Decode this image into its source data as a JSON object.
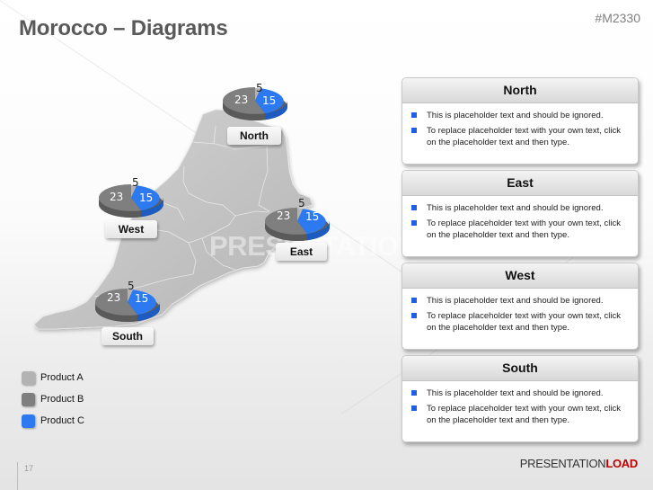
{
  "header": {
    "title": "Morocco – Diagrams",
    "code": "#M2330"
  },
  "watermark": "PRESENTATIONLOAD",
  "colors": {
    "product_a": "#b3b3b3",
    "product_b": "#7f7f7f",
    "product_c": "#2d7af0",
    "bullet": "#1f5fe0",
    "brand_accent": "#c00000"
  },
  "regions": {
    "north": {
      "label": "North",
      "a": "5",
      "b": "23",
      "c": "15"
    },
    "west": {
      "label": "West",
      "a": "5",
      "b": "23",
      "c": "15"
    },
    "east": {
      "label": "East",
      "a": "5",
      "b": "23",
      "c": "15"
    },
    "south": {
      "label": "South",
      "a": "5",
      "b": "23",
      "c": "15"
    }
  },
  "legend": [
    {
      "label": "Product A"
    },
    {
      "label": "Product B"
    },
    {
      "label": "Product C"
    }
  ],
  "cards": [
    {
      "title": "North",
      "bullets": [
        "This is placeholder text and should be ignored.",
        "To replace placeholder text with your own text, click on the placeholder text and then type."
      ]
    },
    {
      "title": "East",
      "bullets": [
        "This is placeholder text and should be ignored.",
        "To replace placeholder text with your own text, click on the placeholder text and then type."
      ]
    },
    {
      "title": "West",
      "bullets": [
        "This is placeholder text and should be ignored.",
        "To replace placeholder text with your own text, click on the placeholder text and then type."
      ]
    },
    {
      "title": "South",
      "bullets": [
        "This is placeholder text and should be ignored.",
        "To replace placeholder text with your own text, click on the placeholder text and then type."
      ]
    }
  ],
  "footer": {
    "page_number": "17",
    "brand_part1": "PRESENTATION",
    "brand_part2": "LOAD"
  },
  "chart_data": {
    "type": "pie",
    "title": "Morocco – Diagrams",
    "legend": [
      "Product A",
      "Product B",
      "Product C"
    ],
    "legend_position": "bottom-left",
    "series": [
      {
        "name": "North",
        "categories": [
          "Product A",
          "Product B",
          "Product C"
        ],
        "values": [
          5,
          23,
          15
        ]
      },
      {
        "name": "West",
        "categories": [
          "Product A",
          "Product B",
          "Product C"
        ],
        "values": [
          5,
          23,
          15
        ]
      },
      {
        "name": "East",
        "categories": [
          "Product A",
          "Product B",
          "Product C"
        ],
        "values": [
          5,
          23,
          15
        ]
      },
      {
        "name": "South",
        "categories": [
          "Product A",
          "Product B",
          "Product C"
        ],
        "values": [
          5,
          23,
          15
        ]
      }
    ]
  }
}
